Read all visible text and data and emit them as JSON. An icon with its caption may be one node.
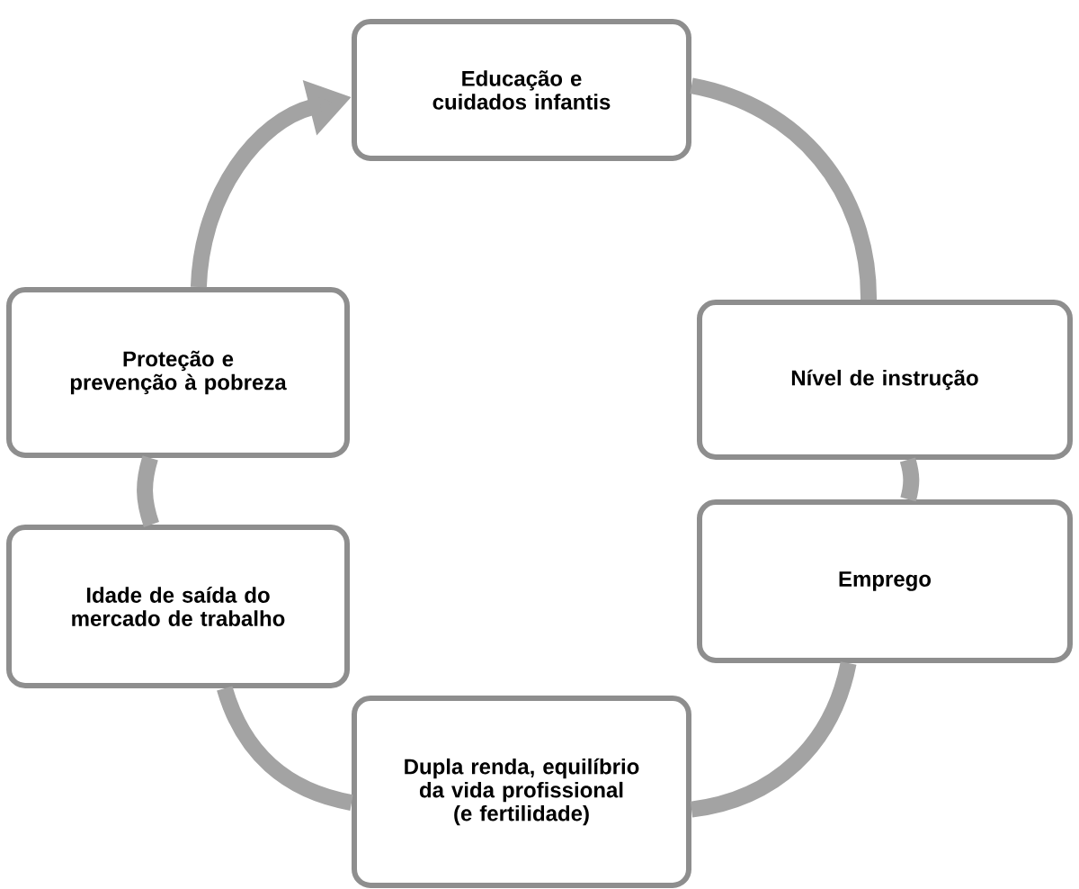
{
  "diagram": {
    "nodes": [
      {
        "text": [
          "Educação e cuidados infantis"
        ]
      },
      {
        "text": [
          "Nível de instrução"
        ]
      },
      {
        "text": [
          "Emprego"
        ]
      },
      {
        "text": [
          "Dupla renda, equilíbrio da vida profissional (e fertilidade)"
        ]
      },
      {
        "text": [
          "Idade de saída do mercado de trabalho"
        ]
      },
      {
        "text": [
          "Proteção e prevenção à pobreza"
        ]
      }
    ],
    "edges": [
      {
        "from": 0,
        "to": 1,
        "arrow": "none"
      },
      {
        "from": 1,
        "to": 2,
        "arrow": "none"
      },
      {
        "from": 2,
        "to": 3,
        "arrow": "none"
      },
      {
        "from": 3,
        "to": 4,
        "arrow": "none"
      },
      {
        "from": 4,
        "to": 5,
        "arrow": "none"
      },
      {
        "from": 5,
        "to": 0,
        "arrow": "to"
      }
    ]
  }
}
